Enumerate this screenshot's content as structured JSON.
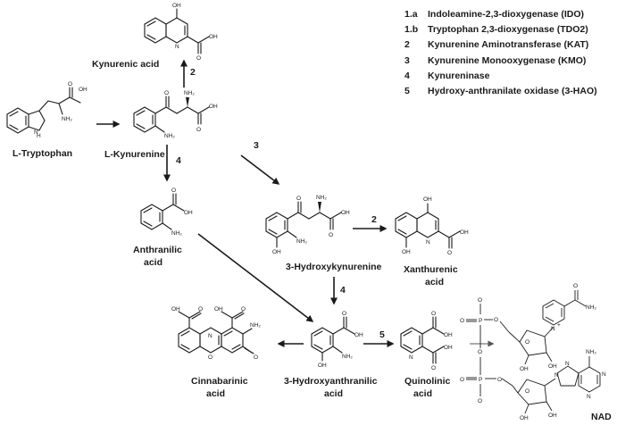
{
  "legend": [
    {
      "num": "1.a",
      "name": "Indoleamine-2,3-dioxygenase (IDO)"
    },
    {
      "num": "1.b",
      "name": "Tryptophan 2,3-dioxygenase (TDO2)"
    },
    {
      "num": "2",
      "name": "Kynurenine Aminotransferase (KAT)"
    },
    {
      "num": "3",
      "name": "Kynurenine Monooxygenase (KMO)"
    },
    {
      "num": "4",
      "name": "Kynureninase"
    },
    {
      "num": "5",
      "name": "Hydroxy-anthranilate oxidase (3-HAO)"
    }
  ],
  "compounds": {
    "kynurenic_acid": "Kynurenic acid",
    "tryptophan": "L-Tryptophan",
    "kynurenine": "L-Kynurenine",
    "anthranilic_1": "Anthranilic",
    "anthranilic_2": "acid",
    "hydroxykynurenine": "3-Hydroxykynurenine",
    "xanthurenic_1": "Xanthurenic",
    "xanthurenic_2": "acid",
    "cinnabarinic_1": "Cinnabarinic",
    "cinnabarinic_2": "acid",
    "hydroxyanthranilic_1": "3-Hydroxyanthranilic",
    "hydroxyanthranilic_2": "acid",
    "quinolinic_1": "Quinolinic",
    "quinolinic_2": "acid",
    "nad": "NAD"
  },
  "steps": {
    "to_kynurenic": "2",
    "to_hydroxykynurenine": "3",
    "to_anthranilic": "4",
    "to_xanthurenic": "2",
    "to_hydroxyanthranilic": "4",
    "to_quinolinic": "5"
  },
  "atoms": {
    "oh": "OH",
    "o": "O",
    "n": "N",
    "nh2": "NH₂",
    "nh": "N",
    "h": "H",
    "np": "N",
    "plus": "+",
    "p": "P"
  }
}
